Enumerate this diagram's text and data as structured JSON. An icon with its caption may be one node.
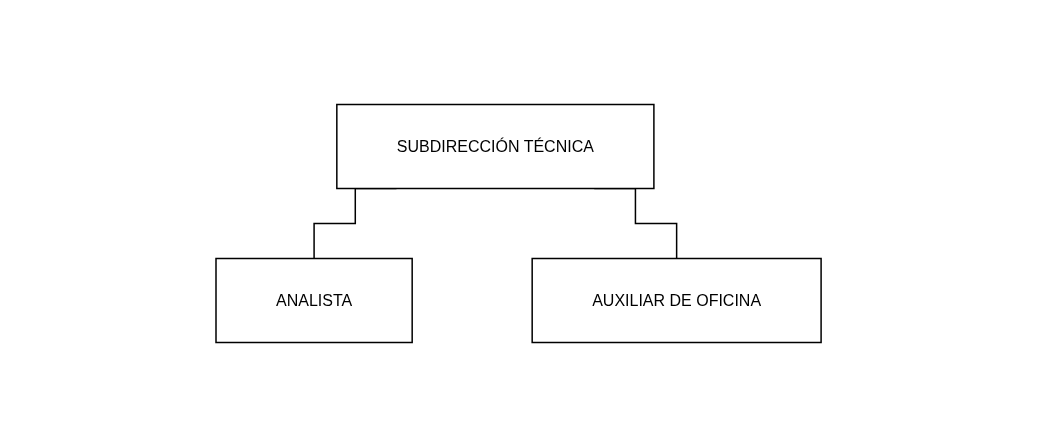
{
  "diagram": {
    "nodes": [
      {
        "text": [
          "SUBDIRECCIÓN TÉCNICA"
        ]
      },
      {
        "text": [
          "ANALISTA"
        ]
      },
      {
        "text": [
          "AUXILIAR DE OFICINA"
        ]
      }
    ],
    "edges": [
      {
        "from": 0,
        "to": 1,
        "arrow": "none"
      },
      {
        "from": 0,
        "to": 2,
        "arrow": "none"
      }
    ]
  }
}
